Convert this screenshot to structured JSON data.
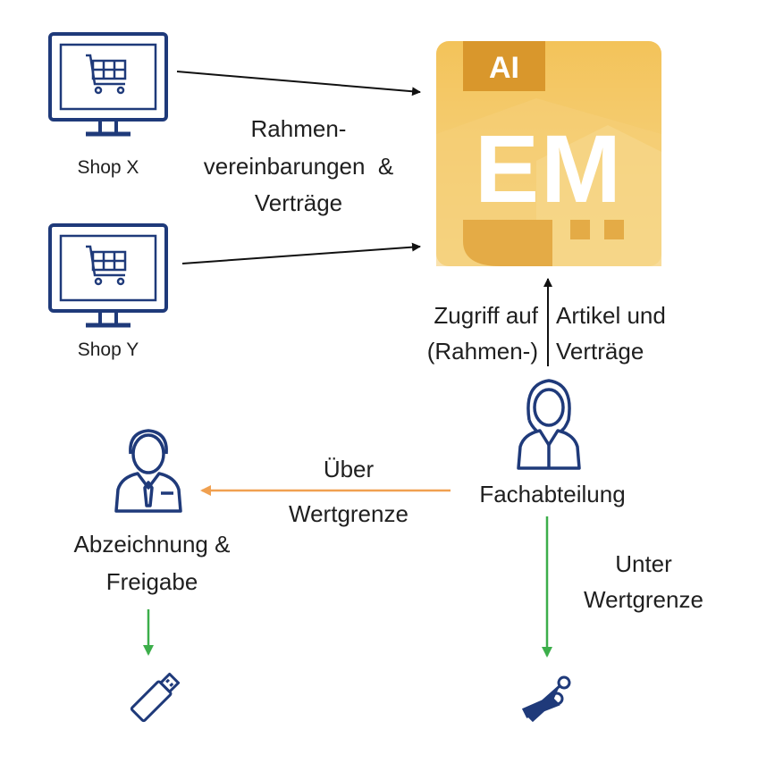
{
  "colors": {
    "icon_blue": "#1f3a7a",
    "arrow_black": "#111111",
    "arrow_orange": "#f0a050",
    "arrow_green": "#3cae4a",
    "logo_gold_light": "#f3c868",
    "logo_gold_dark": "#d49a2e"
  },
  "logo": {
    "badge": "AI",
    "letters": "EM"
  },
  "shops": [
    {
      "label": "Shop X",
      "icon": "monitor-cart-icon"
    },
    {
      "label": "Shop Y",
      "icon": "monitor-cart-icon"
    }
  ],
  "contracts_label": [
    "Rahmen-",
    "vereinbarungen  &",
    "Verträge"
  ],
  "access_label": {
    "left": [
      "Zugriff auf",
      "(Rahmen-)"
    ],
    "right": [
      "Artikel und",
      "Verträge"
    ]
  },
  "department": {
    "label": "Fachabteilung",
    "icon": "businesswoman-icon"
  },
  "approver": {
    "label": [
      "Abzeichnung &",
      "Freigabe"
    ],
    "icon": "businessman-icon"
  },
  "over_limit": [
    "Über",
    "Wertgrenze"
  ],
  "under_limit": [
    "Unter",
    "Wertgrenze"
  ],
  "outcomes": {
    "left_icon": "usb-stick-icon",
    "right_icon": "scissors-icon"
  }
}
